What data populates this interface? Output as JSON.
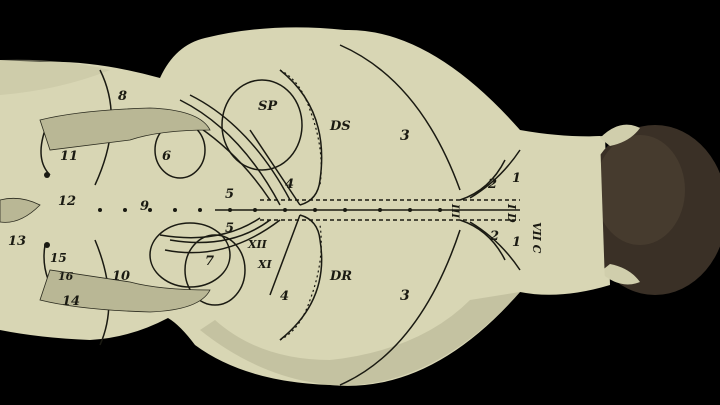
{
  "image": {
    "kind": "anatomical plate photograph",
    "colors": {
      "background": "#000000",
      "skin": "#d8d6b4",
      "ink": "#1a1a12",
      "hair": "#3a3026"
    }
  },
  "labels": {
    "l8": "8",
    "l11": "11",
    "l12": "12",
    "l13": "13",
    "l6": "6",
    "l9": "9",
    "l7": "7",
    "l5a": "5",
    "l5b": "5",
    "l10": "10",
    "l15": "15",
    "l16": "16",
    "l14": "14",
    "sp": "SP",
    "ds": "DS",
    "dr": "DR",
    "l4a": "4",
    "l4b": "4",
    "xii": "XII",
    "xi": "XI",
    "l3a": "3",
    "l3b": "3",
    "l2a": "2",
    "l2b": "2",
    "l1a": "1",
    "l1b": "1",
    "vii_c": "VII C",
    "id": "I D",
    "iii": "III"
  }
}
